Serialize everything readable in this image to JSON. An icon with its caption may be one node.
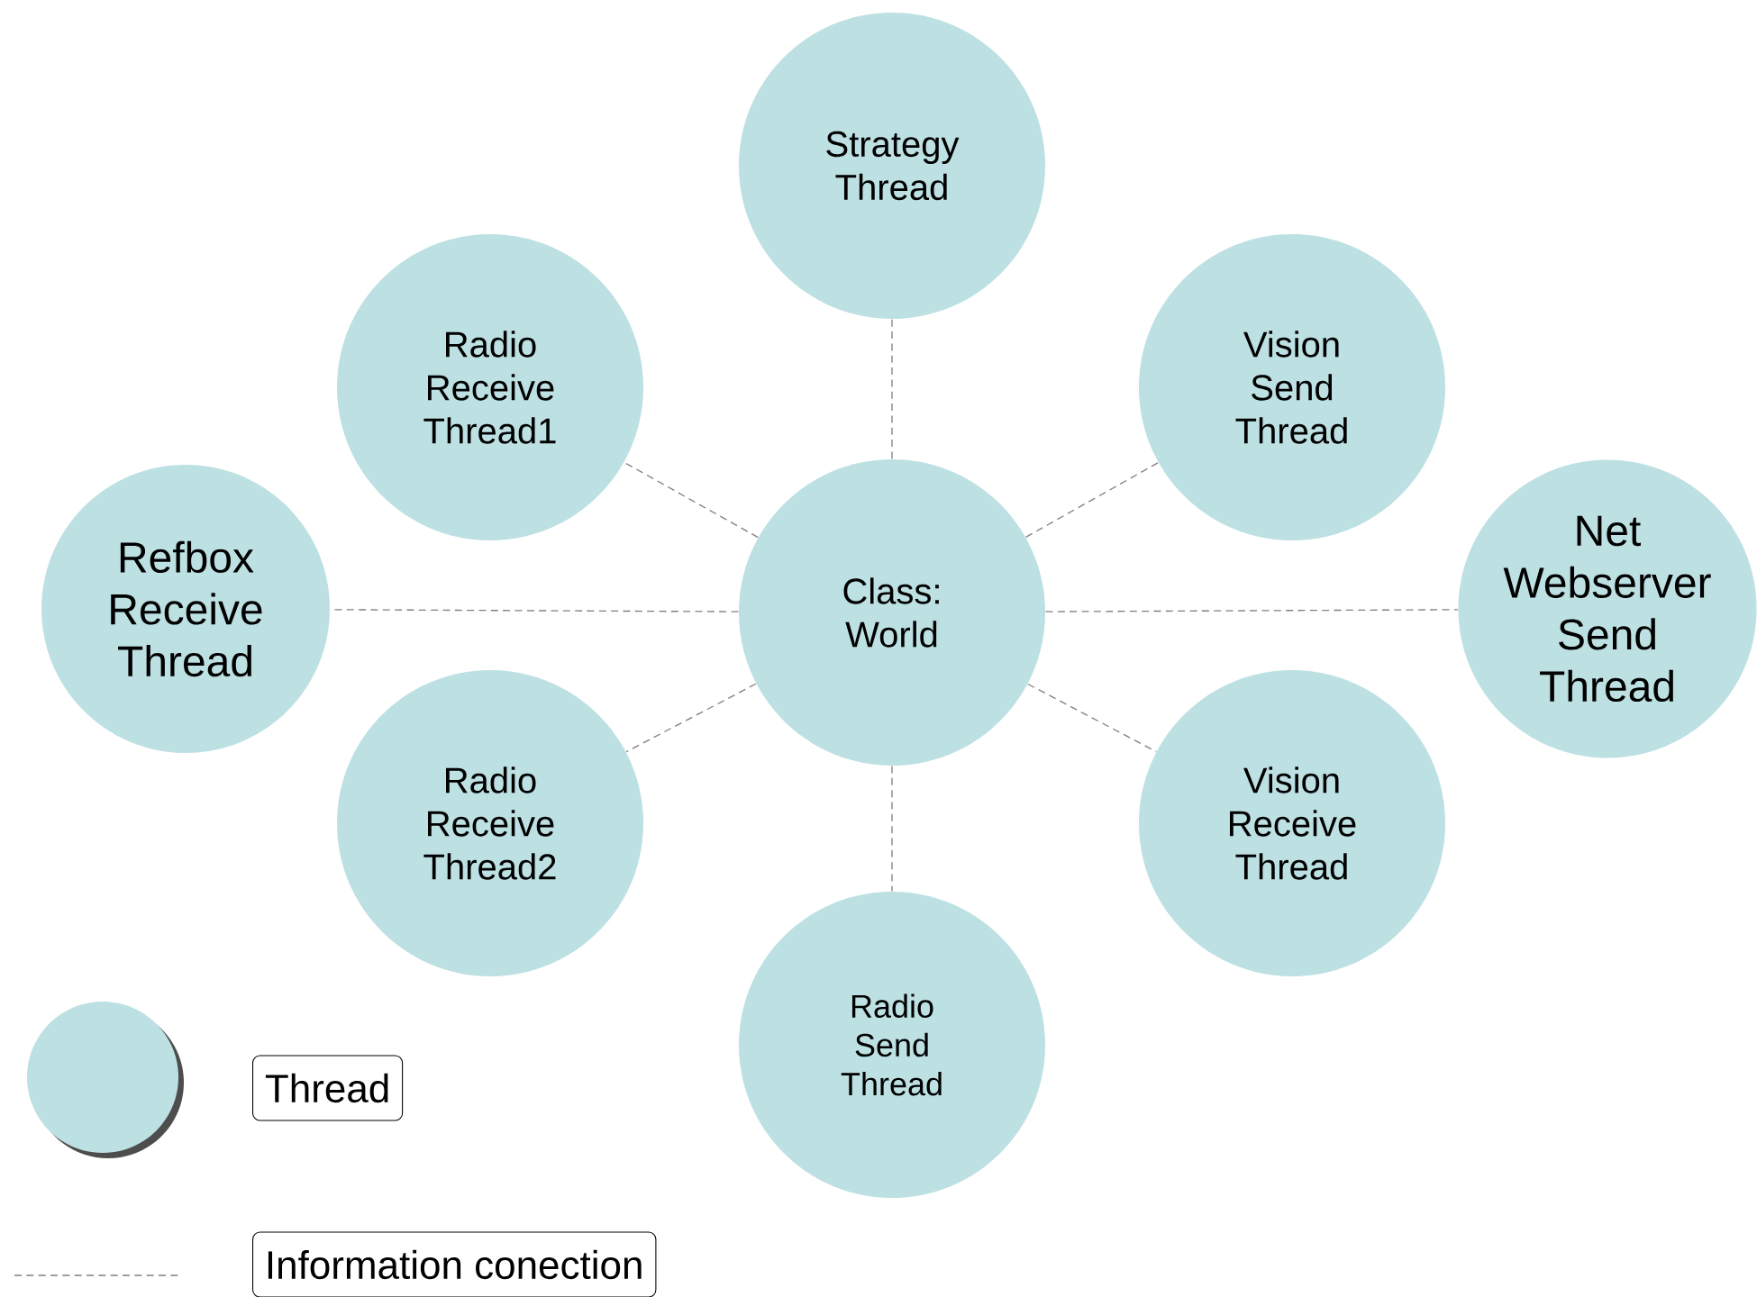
{
  "diagram": {
    "nodes": [
      {
        "text": [
          "Class: World"
        ]
      },
      {
        "text": [
          "Strategy Thread"
        ]
      },
      {
        "text": [
          "Radio Receive Thread1"
        ]
      },
      {
        "text": [
          "Vision Send Thread"
        ]
      },
      {
        "text": [
          "Refbox Receive Thread"
        ]
      },
      {
        "text": [
          "Net Webserver Send Thread"
        ]
      },
      {
        "text": [
          "Radio Receive Thread2"
        ]
      },
      {
        "text": [
          "Vision Receive Thread"
        ]
      },
      {
        "text": [
          "Radio Send Thread"
        ]
      }
    ],
    "edges": [
      {
        "from": 0,
        "to": 1,
        "arrow": "none",
        "style": "dashed"
      },
      {
        "from": 0,
        "to": 2,
        "arrow": "none",
        "style": "dashed"
      },
      {
        "from": 0,
        "to": 3,
        "arrow": "none",
        "style": "dashed"
      },
      {
        "from": 0,
        "to": 4,
        "arrow": "none",
        "style": "dashed"
      },
      {
        "from": 0,
        "to": 5,
        "arrow": "none",
        "style": "dashed"
      },
      {
        "from": 0,
        "to": 6,
        "arrow": "none",
        "style": "dashed"
      },
      {
        "from": 0,
        "to": 7,
        "arrow": "none",
        "style": "dashed"
      },
      {
        "from": 0,
        "to": 8,
        "arrow": "none",
        "style": "dashed"
      }
    ],
    "legend": [
      {
        "text": "Thread"
      },
      {
        "text": "Information conection"
      }
    ]
  }
}
